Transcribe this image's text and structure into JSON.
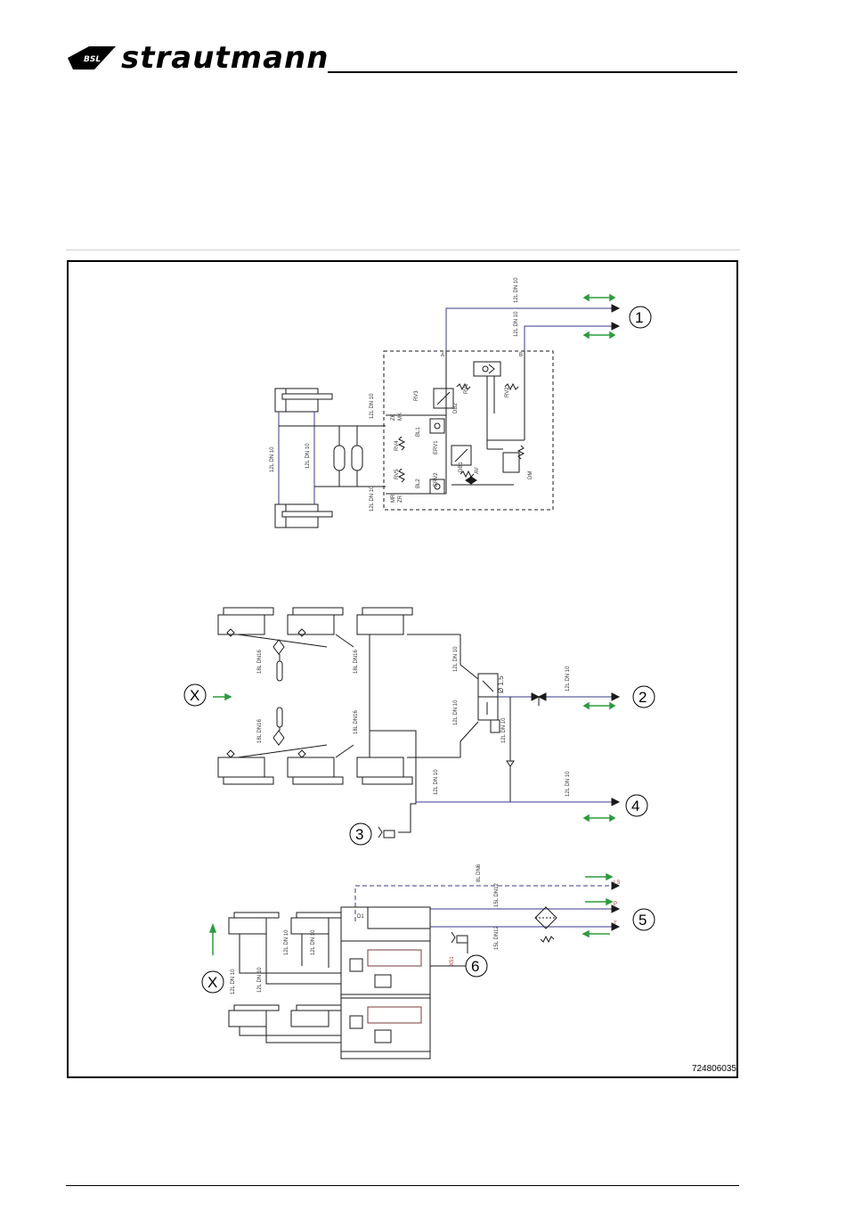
{
  "header": {
    "brand": "strautmann",
    "badge": "BSL"
  },
  "diagram": {
    "doc_number": "724806035",
    "callouts": [
      "1",
      "2",
      "3",
      "4",
      "5",
      "6",
      "X",
      "X"
    ],
    "labels": {
      "hose_dn10": "12L DN 10",
      "hose_dn16": "18L DN16",
      "hose_dn12": "15L DN12",
      "hose_dn6": "8L DN6",
      "orifice": "Ø 1.5",
      "port_a": "A",
      "port_b": "B",
      "zk": "ZK",
      "mk": "MK",
      "mr": "MR",
      "zr": "ZR",
      "rv1": "RV1",
      "rv2": "RV2",
      "rv3": "RV3",
      "rv4": "RV4",
      "rv5": "RV5",
      "db2": "DB2",
      "db1": "DB1",
      "dm": "DM",
      "erv1": "ERV1",
      "erv2": "ERV2",
      "bl1": "BL1",
      "bl2": "BL2",
      "av": "AV",
      "ls": "LS",
      "p": "P",
      "t": "T",
      "x51": "X51",
      "d1": "D1"
    }
  },
  "colors": {
    "line": "#1a1a1a",
    "hose": "#3a3a8c",
    "arrow_green": "#2e9b3e",
    "frame": "#000000"
  }
}
